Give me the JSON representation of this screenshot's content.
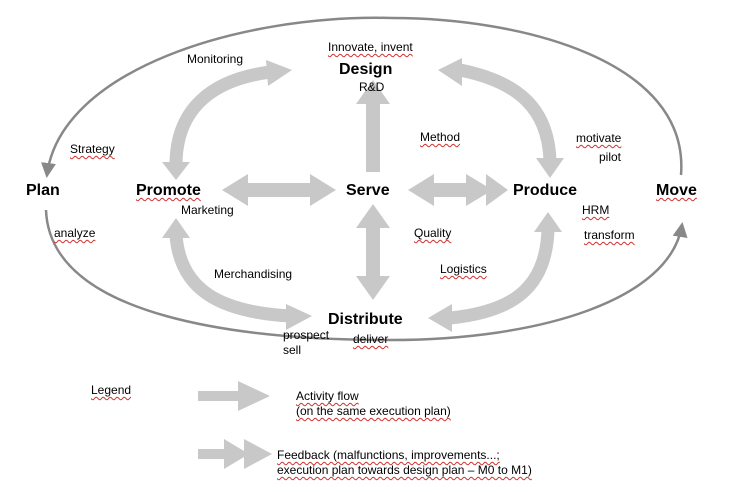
{
  "nodes": {
    "design": "Design",
    "plan": "Plan",
    "promote": "Promote",
    "serve": "Serve",
    "produce": "Produce",
    "move": "Move",
    "distribute": "Distribute"
  },
  "labels": {
    "innovate": "Innovate, invent",
    "rnd": "R&D",
    "monitoring": "Monitoring",
    "strategy": "Strategy",
    "analyze": "analyze",
    "marketing": "Marketing",
    "method": "Method",
    "motivate": "motivate",
    "pilot": "pilot",
    "hrm": "HRM",
    "transform": "transform",
    "quality": "Quality",
    "logistics": "Logistics",
    "merchandising": "Merchandising",
    "prospect": "prospect",
    "sell": "sell",
    "deliver": "deliver"
  },
  "legend": {
    "title": "Legend",
    "activity_line1": "Activity flow",
    "activity_line2": "(on the same execution plan)",
    "feedback_line1": "Feedback (malfunctions, improvements...;",
    "feedback_line2": "execution plan towards design plan – M0 to M1)"
  },
  "colors": {
    "arrow_fill": "#c8c8c8",
    "ellipse_stroke": "#888888",
    "spellcheck_underline": "#d03030"
  }
}
